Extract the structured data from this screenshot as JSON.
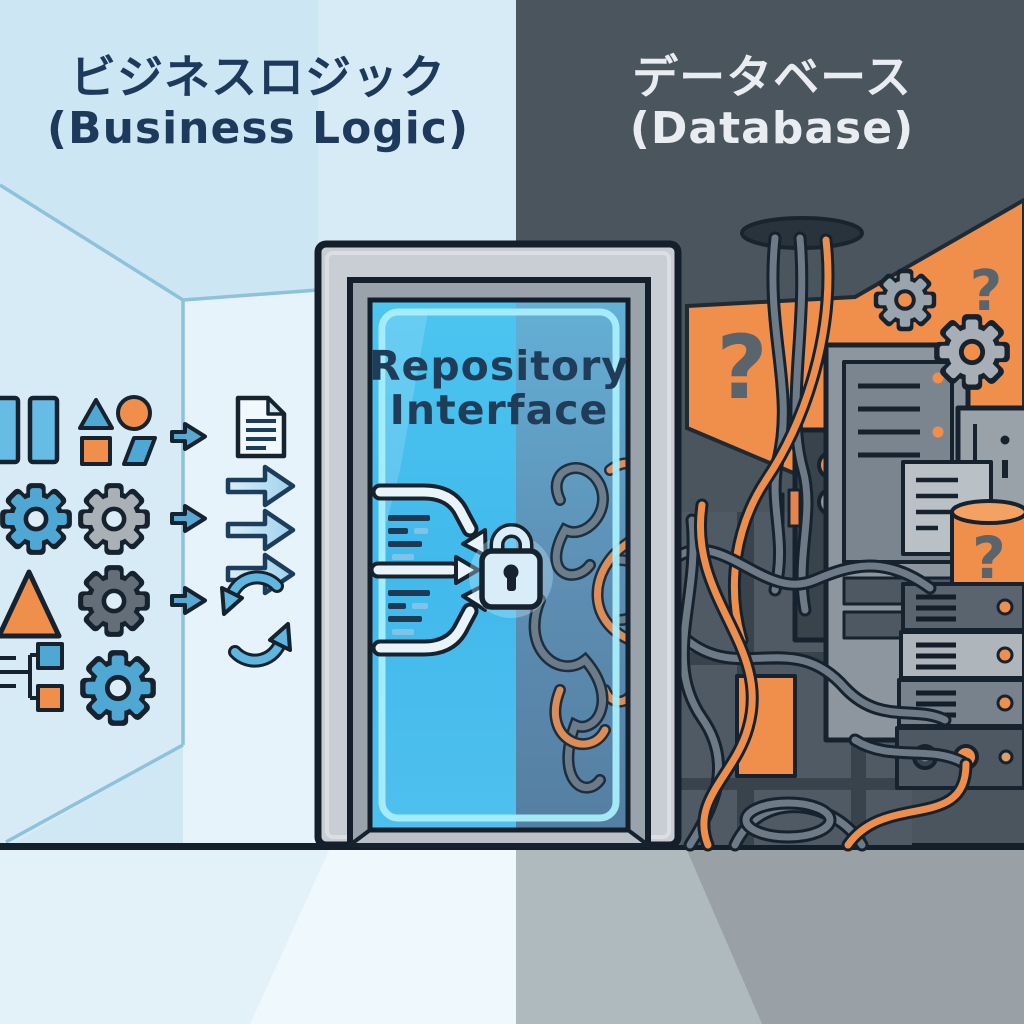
{
  "meta": {
    "description": "Conceptual illustration: a tidy business-logic room connects to a messy database room through a glowing door labeled Repository Interface with a lock."
  },
  "left_panel": {
    "title_jp": "ビジネスロジック",
    "title_en": "(Business Logic)",
    "icons": [
      "bar-chart-icon",
      "shapes-icon",
      "blue-gear-icon",
      "gray-gear-icon",
      "orange-triangle-icon",
      "dark-gear-icon",
      "flowchart-icon",
      "blue-gear-icon-2",
      "small-arrow-icon-1",
      "small-arrow-icon-2",
      "small-arrow-icon-3",
      "document-icon",
      "wide-arrow-icon-1",
      "wide-arrow-icon-2",
      "wide-arrow-icon-3",
      "sync-icon"
    ]
  },
  "door": {
    "label_line1": "Repository",
    "label_line2": "Interface",
    "icons": [
      "lock-icon",
      "query-arrows",
      "tangled-wires-behind-glass"
    ]
  },
  "right_panel": {
    "title_jp": "データベース",
    "title_en": "(Database)",
    "question_mark_1": "?",
    "question_mark_2": "?",
    "question_mark_3": "?",
    "icons": [
      "gear-icons",
      "server-tower-icons",
      "server-rack-icon",
      "cable-icons",
      "ceiling-hole-icon",
      "database-bin-icon"
    ]
  },
  "colors": {
    "left_bg": "#d7ebf6",
    "right_bg": "#4a555e",
    "accent_orange": "#ef8f4b",
    "accent_blue": "#4fa8d4",
    "glass_left": "#45c0ee",
    "glass_right": "#5d87ab",
    "outline_navy": "#16222e",
    "left_text": "#1d3a5c",
    "right_text": "#e9edf1",
    "glow_cyan": "#a9eefb"
  }
}
